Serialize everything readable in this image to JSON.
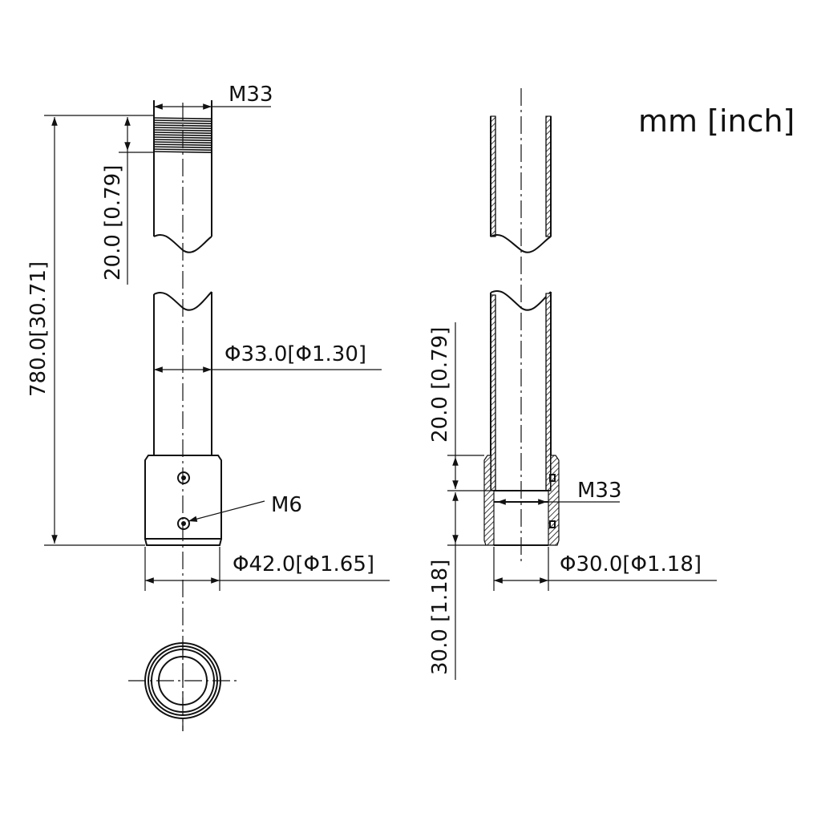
{
  "units_label": "mm [inch]",
  "left_view": {
    "thread_label": "M33",
    "thread_length_label": "20.0 [0.79]",
    "total_length_label": "780.0[30.71]",
    "tube_diameter_label": "Φ33.0[Φ1.30]",
    "screw_label": "M6",
    "base_diameter_label": "Φ42.0[Φ1.65]"
  },
  "right_view": {
    "upper_length_label": "20.0 [0.79]",
    "inner_thread_label": "M33",
    "inner_diameter_label": "Φ30.0[Φ1.18]",
    "lower_length_label": "30.0 [1.18]"
  }
}
